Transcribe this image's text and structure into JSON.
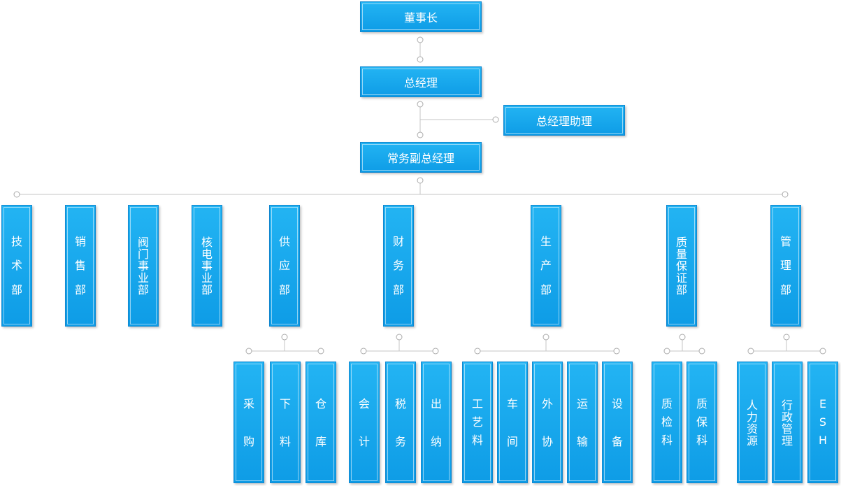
{
  "colors": {
    "box": "#1aa7ee",
    "box_border": "#1187cf",
    "text": "#ffffff",
    "line": "#c6c6c6"
  },
  "nodes": {
    "chairman": "董事长",
    "gm": "总经理",
    "gm_assistant": "总经理助理",
    "executive_vp": "常务副总经理",
    "tech": "技术部",
    "sales": "销售部",
    "valve": "阀门事业部",
    "nuclear": "核电事业部",
    "supply": "供应部",
    "finance": "财务部",
    "production": "生产部",
    "qa": "质量保证部",
    "management": "管理部",
    "procurement": "采购",
    "cutting": "下料",
    "warehouse": "仓库",
    "accounting": "会计",
    "tax": "税务",
    "cashier": "出纳",
    "process": "工艺料",
    "workshop": "车间",
    "outsourcing": "外协",
    "transport": "运输",
    "equipment": "设备",
    "qc": "质检科",
    "qa_section": "质保科",
    "hr": "人力资源",
    "admin": "行政管理",
    "esh": "ESH"
  }
}
